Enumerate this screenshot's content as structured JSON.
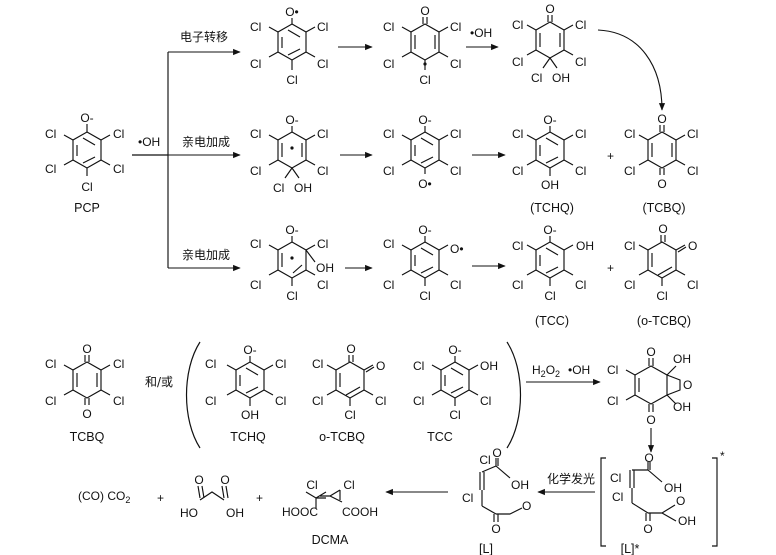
{
  "reagents": {
    "hydroxyl_radical": "•OH",
    "hydrogen_peroxide": "H2O2"
  },
  "pathways": {
    "electron_transfer": "电子转移",
    "electrophilic_addition": "亲电加成"
  },
  "labels": {
    "pcp": "PCP",
    "tchq": "(TCHQ)",
    "tcbq": "(TCBQ)",
    "tcc": "(TCC)",
    "o_tcbq": "(o-TCBQ)",
    "and_or": "和/或",
    "tcbq_plain": "TCBQ",
    "tchq_plain": "TCHQ",
    "o_tcbq_plain": "o-TCBQ",
    "tcc_plain": "TCC",
    "chemiluminescence": "化学发光",
    "products": "(CO) CO2",
    "plus": "+",
    "dcma": "DCMA",
    "intermediate": "[L]",
    "excited_intermediate": "[L]*"
  },
  "atoms": {
    "cl": "Cl",
    "o": "O",
    "oh": "OH",
    "ho": "HO",
    "hooc": "HOOC",
    "cooh": "COOH",
    "o_minus": "O-",
    "o_radical": "O•"
  }
}
